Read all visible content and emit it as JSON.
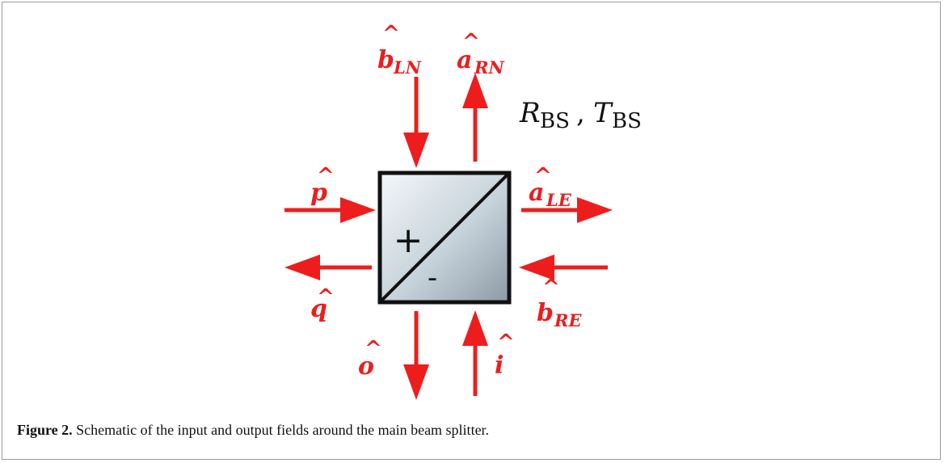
{
  "figure": {
    "label": "Figure 2.",
    "caption": "Schematic of the input and output fields around the main beam splitter."
  },
  "parameters": {
    "r_main": "R",
    "r_sub": "BS",
    "separator": ",",
    "t_main": "T",
    "t_sub": "BS"
  },
  "splitter": {
    "plus_sign": "+",
    "minus_sign": "-"
  },
  "fields": {
    "b_LN": {
      "symbol": "b",
      "sub": "LN"
    },
    "a_RN": {
      "symbol": "a",
      "sub": "RN"
    },
    "p": {
      "symbol": "p",
      "sub": ""
    },
    "a_LE": {
      "symbol": "a",
      "sub": "LE"
    },
    "q": {
      "symbol": "q",
      "sub": ""
    },
    "b_RE": {
      "symbol": "b",
      "sub": "RE"
    },
    "o": {
      "symbol": "o",
      "sub": ""
    },
    "i": {
      "symbol": "i",
      "sub": ""
    }
  },
  "colors": {
    "arrow": "#ee1d1d",
    "cube_light": "#f2f6f9",
    "cube_dark": "#8d9ba6",
    "outline": "#111111"
  }
}
